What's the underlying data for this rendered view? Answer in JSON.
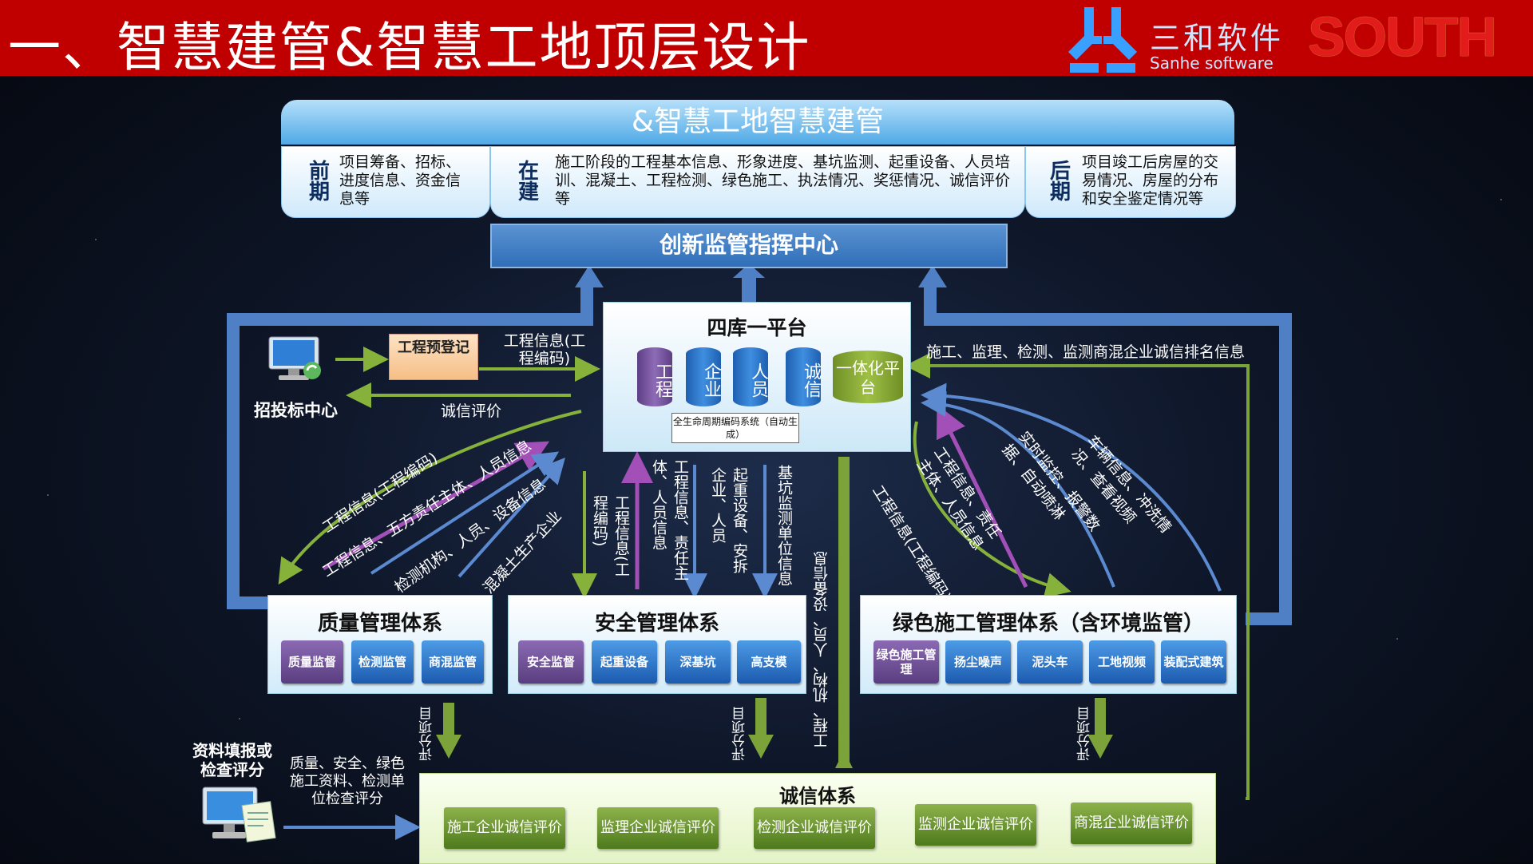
{
  "header": {
    "title": "一、智慧建管&智慧工地顶层设计"
  },
  "logos": {
    "sanhe_cn": "三和软件",
    "sanhe_en": "Sanhe software",
    "south": "SOUTH"
  },
  "top": {
    "title": "&智慧工地智慧建管",
    "stages": [
      {
        "label": "前期",
        "text": "项目筹备、招标、进度信息、资金信息等"
      },
      {
        "label": "在建",
        "text": "施工阶段的工程基本信息、形象进度、基坑监测、起重设备、人员培训、混凝土、工程检测、绿色施工、执法情况、奖惩情况、诚信评价等"
      },
      {
        "label": "后期",
        "text": "项目竣工后房屋的交易情况、房屋的分布和安全鉴定情况等"
      }
    ]
  },
  "command_center": "创新监管指挥中心",
  "platform": {
    "title": "四库一平台",
    "libraries": [
      "工程",
      "企业",
      "人员",
      "诚信"
    ],
    "integrated": "一体化平台",
    "lifecycle": "全生命周期编码系统（自动生成）"
  },
  "bidding": {
    "center": "招投标中心",
    "registration": "工程预登记"
  },
  "flows": {
    "engineering_info": "工程信息(工程编码)",
    "credit_eval": "诚信评价",
    "ranking": "施工、监理、检测、监测商混企业诚信排名信息",
    "q1": "工程信息(工程编码)",
    "q2": "工程信息、五方责任主体、人员信息",
    "q3": "检测机构、人员、设备信息",
    "q4": "混凝土生产企业",
    "s1": "工程信息(工程编码)",
    "s2": "工程信息、责任主体、人员信息",
    "s3": "起重设备、安拆企业、人员",
    "s4": "基坑监测单位信息",
    "credit_up": "工程、机构、人员、设备信息",
    "g1": "工程信息(工程编码)",
    "g2": "工程信息、责任主体、人员信息",
    "g3": "实时监控、报警数据、自动喷淋",
    "g4": "车辆信息、冲洗情况、查看视频",
    "score": "评分项目"
  },
  "systems": {
    "quality": {
      "title": "质量管理体系",
      "items": [
        "质量监督",
        "检测监管",
        "商混监管"
      ]
    },
    "safety": {
      "title": "安全管理体系",
      "items": [
        "安全监督",
        "起重设备",
        "深基坑",
        "高支模"
      ]
    },
    "green": {
      "title": "绿色施工管理体系（含环境监管）",
      "items": [
        "绿色施工管理",
        "扬尘噪声",
        "泥头车",
        "工地视频",
        "装配式建筑"
      ]
    }
  },
  "inspection": {
    "title": "资料填报或检查评分",
    "text": "质量、安全、绿色施工资料、检测单位检查评分"
  },
  "credit": {
    "title": "诚信体系",
    "items": [
      "施工企业诚信评价",
      "监理企业诚信评价",
      "检测企业诚信评价",
      "监测企业诚信评价",
      "商混企业诚信评价"
    ]
  },
  "colors": {
    "header": "#c00000",
    "blue_arrow": "#4f7fc4",
    "green_arrow": "#7ba33a",
    "purple_arrow": "#9e4fb0"
  }
}
